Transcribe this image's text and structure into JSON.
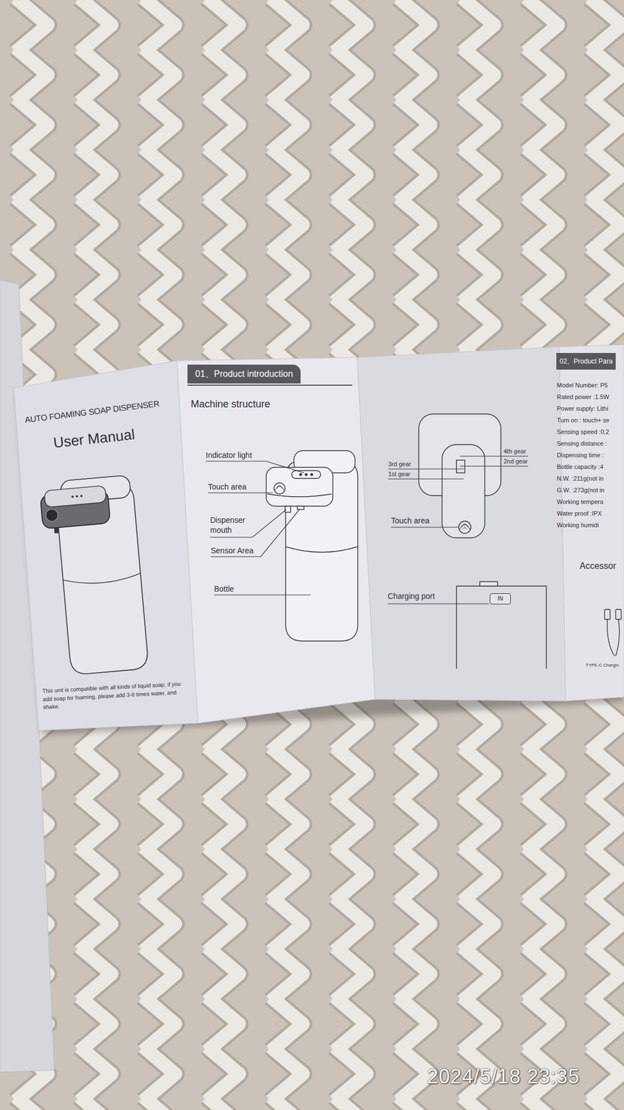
{
  "diagram": {
    "nodes": [
      {
        "text": [
          "01、Product introduction"
        ]
      },
      {
        "text": [
          "IN"
        ]
      },
      {
        "text": [
          "02、Product Para"
        ]
      }
    ],
    "labels": [
      "AUTO FOAMING SOAP DISPENSER",
      "User Manual",
      "This unit is compatible with all kinds of liquid soap, if you add soap for foaming, please add 3-8 times water, and shake.",
      "Machine structure",
      "Indicator light",
      "Touch area",
      "Dispenser mouth",
      "Sensor Area",
      "Bottle",
      "3rd gear",
      "4th gear",
      "2nd gear",
      "1st gear",
      "Touch area",
      "Charging port",
      "Model Number: P5",
      "Rated power :1.5W",
      "Power supply: Lithi",
      "Turn on : touch+ se",
      "Sensing speed :0.2",
      "Sensing distance :",
      "Dispensing time :",
      "Bottle capacity :4",
      "N.W. :211g(not in",
      "G.W. :273g(not in",
      "Working tempera",
      "Water proof :IPX",
      "Working humidi",
      "Accessor",
      "TYPE-C Chargin",
      "2024/5/18 23:35"
    ]
  }
}
